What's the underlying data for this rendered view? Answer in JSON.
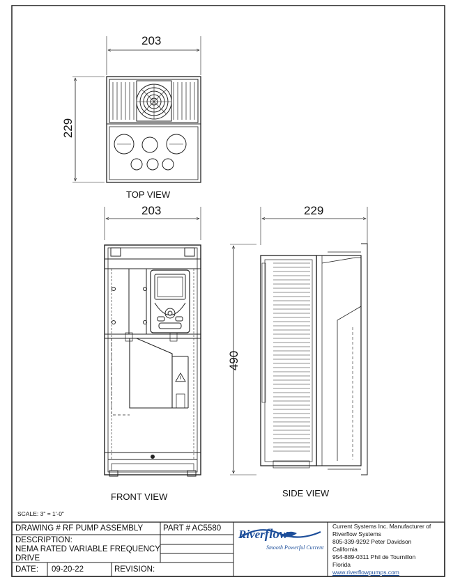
{
  "dimensions": {
    "top_width": "203",
    "top_height": "229",
    "front_width": "203",
    "side_width": "229",
    "side_height": "490"
  },
  "views": {
    "top": "TOP VIEW",
    "front": "FRONT VIEW",
    "side": "SIDE VIEW"
  },
  "scale": "SCALE: 3\" = 1'-0\"",
  "title_block": {
    "drawing": "DRAWING # RF PUMP ASSEMBLY",
    "part": "PART # AC5580",
    "description_label": "DESCRIPTION:",
    "description_line1": "NEMA RATED VARIABLE FREQUENCY",
    "description_line2": "DRIVE",
    "date_label": "DATE:",
    "date_value": "09-20-22",
    "revision_label": "REVISION:"
  },
  "logo": {
    "brand_part1": "River",
    "brand_part2": "flow",
    "tagline": "Smooth Powerful Current"
  },
  "contact": {
    "line1": "Current Systems Inc. Manufacturer of",
    "line2": "Riverflow Systems",
    "line3": "805-339-9292 Peter Davidson",
    "line4": "California",
    "line5": "954-889-0311 Phil de Tournillon",
    "line6": "Florida",
    "website": "www.riverflowpumps.com"
  },
  "colors": {
    "line": "#222222",
    "brand_blue": "#1d4e9a"
  }
}
